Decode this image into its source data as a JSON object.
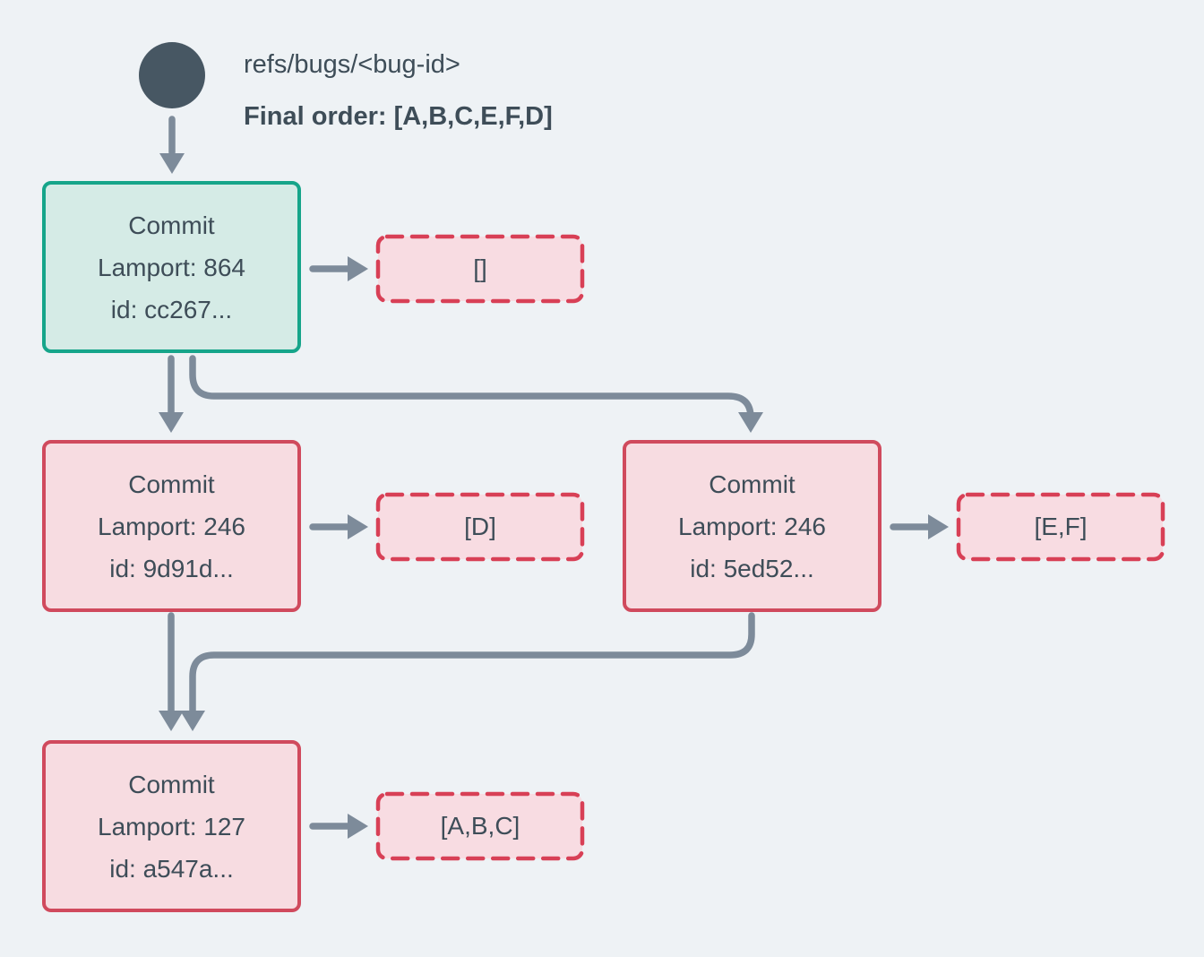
{
  "header": {
    "ref_name": "refs/bugs/<bug-id>",
    "final_order": "Final order: [A,B,C,E,F,D]"
  },
  "commits": {
    "root": {
      "title": "Commit",
      "lamport": "Lamport: 864",
      "id": "id: cc267...",
      "ops": "[]"
    },
    "left": {
      "title": "Commit",
      "lamport": "Lamport: 246",
      "id": "id: 9d91d...",
      "ops": "[D]"
    },
    "right": {
      "title": "Commit",
      "lamport": "Lamport: 246",
      "id": "id: 5ed52...",
      "ops": "[E,F]"
    },
    "bottom": {
      "title": "Commit",
      "lamport": "Lamport: 127",
      "id": "id: a547a...",
      "ops": "[A,B,C]"
    }
  },
  "colors": {
    "background": "#eef2f5",
    "ref_circle": "#475763",
    "text": "#3e4d58",
    "arrow": "#7d8b9a",
    "teal_border": "#16a58a",
    "teal_fill": "#d5ebe6",
    "red_border": "#d04a5d",
    "red_fill": "#f7dce1",
    "ops_dashed_border": "#d84056",
    "ops_fill": "#f8dce2"
  }
}
